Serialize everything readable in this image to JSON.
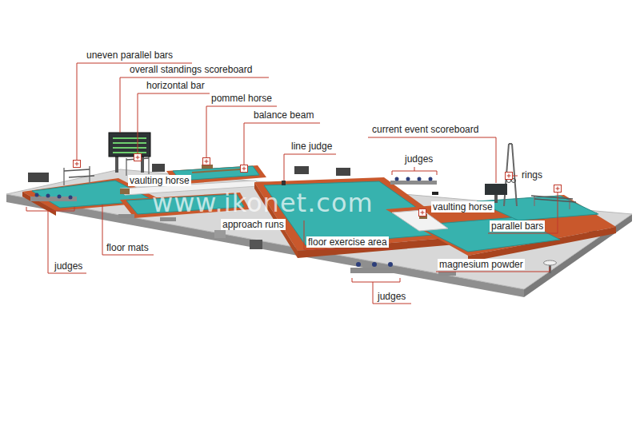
{
  "diagram": {
    "labels": [
      "uneven parallel bars",
      "overall standings scoreboard",
      "horizontal bar",
      "pommel horse",
      "balance beam",
      "line judge",
      "current event scoreboard",
      "judges",
      "rings",
      "vaulting horse",
      "approach runs",
      "vaulting horse",
      "parallel bars",
      "floor exercise area",
      "magnesium powder",
      "floor mats",
      "judges",
      "judges",
      "www.ikonet.com"
    ]
  }
}
